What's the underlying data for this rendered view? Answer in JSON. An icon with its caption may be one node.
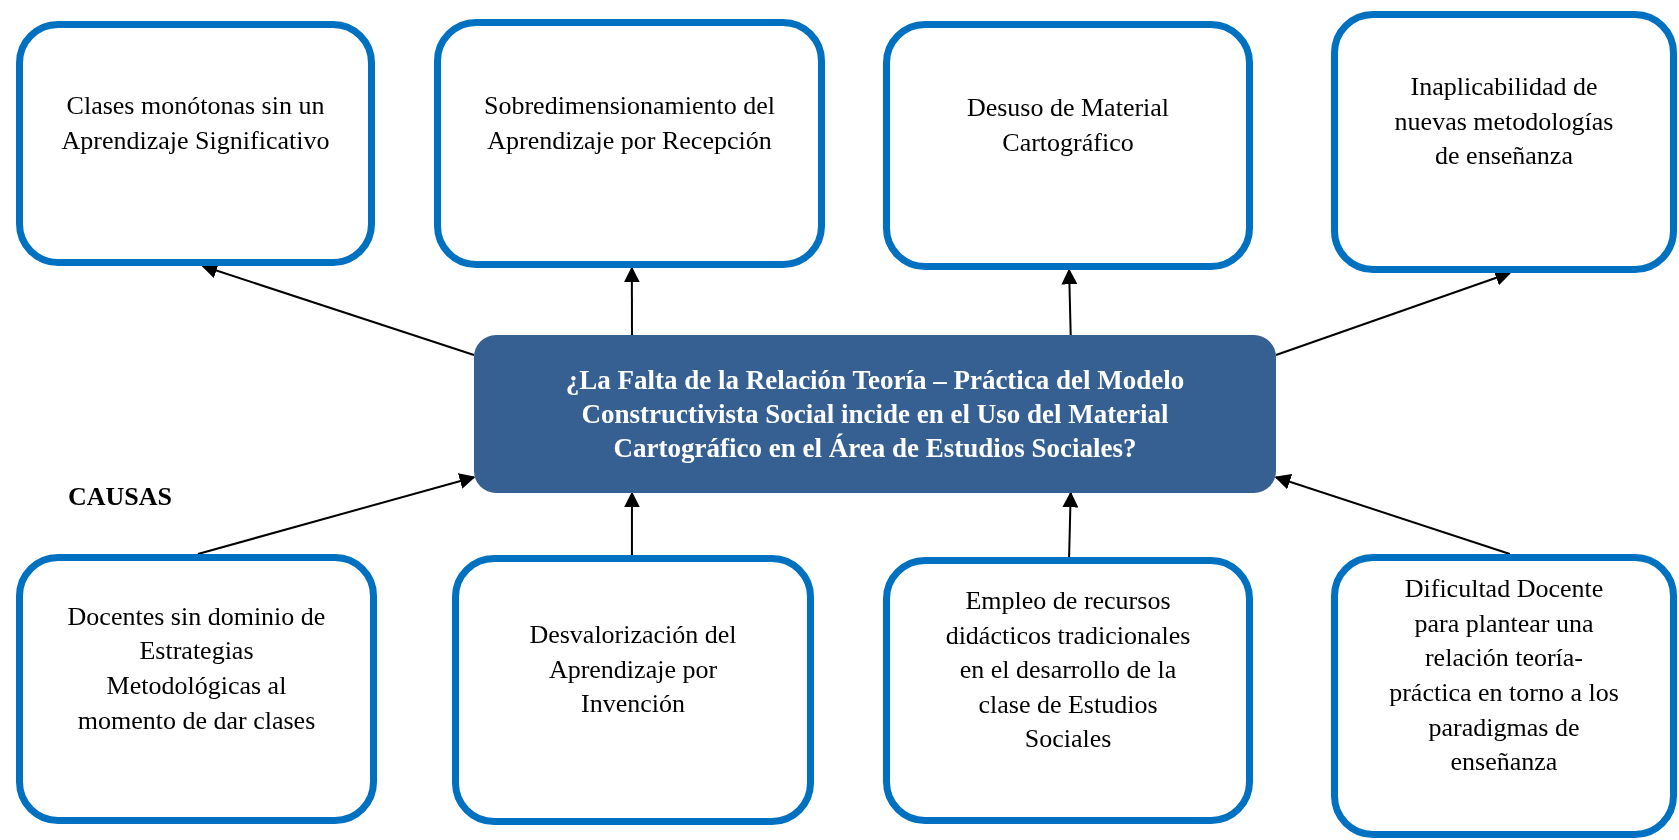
{
  "diagram": {
    "nodes": [
      {
        "text": [
          "Clases monótonas sin un Aprendizaje Significativo"
        ]
      },
      {
        "text": [
          "Sobredimensionamiento del Aprendizaje por Recepción"
        ]
      },
      {
        "text": [
          "Desuso de Material Cartográfico"
        ]
      },
      {
        "text": [
          "Inaplicabilidad de nuevas metodologías de enseñanza"
        ]
      },
      {
        "text": [
          "¿La Falta de la Relación Teoría – Práctica del Modelo Constructivista Social incide en el Uso del Material Cartográfico en el Área de Estudios Sociales?"
        ]
      },
      {
        "text": [
          "Docentes sin dominio de Estrategias Metodológicas al momento de dar clases"
        ]
      },
      {
        "text": [
          "Desvalorización del Aprendizaje por Invención"
        ]
      },
      {
        "text": [
          "Empleo de recursos didácticos tradicionales en el desarrollo de la clase de Estudios Sociales"
        ]
      },
      {
        "text": [
          "Dificultad Docente para plantear una relación teoría-práctica en torno a los paradigmas de enseñanza"
        ]
      }
    ],
    "edges": [
      {
        "from": 4,
        "to": 0,
        "arrow": "to"
      },
      {
        "from": 4,
        "to": 1,
        "arrow": "to"
      },
      {
        "from": 4,
        "to": 2,
        "arrow": "to"
      },
      {
        "from": 4,
        "to": 3,
        "arrow": "to"
      },
      {
        "from": 5,
        "to": 4,
        "arrow": "to"
      },
      {
        "from": 6,
        "to": 4,
        "arrow": "to"
      },
      {
        "from": 7,
        "to": 4,
        "arrow": "to"
      },
      {
        "from": 8,
        "to": 4,
        "arrow": "to"
      }
    ],
    "labels": [
      "CAUSAS"
    ]
  }
}
